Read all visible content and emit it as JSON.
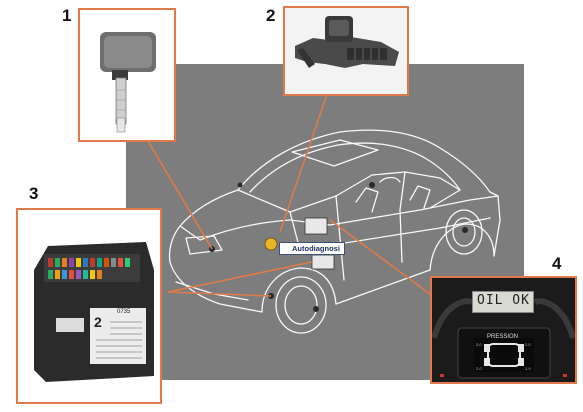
{
  "callouts": [
    {
      "number": "1"
    },
    {
      "number": "2"
    },
    {
      "number": "3"
    },
    {
      "number": "4"
    }
  ],
  "diagnostic_tag": {
    "label": "Autodiagnosi"
  },
  "display": {
    "message": "OIL OK",
    "caption": "PRESSION"
  },
  "module": {
    "digit": "2",
    "code": "0735"
  },
  "colors": {
    "frame": "#e07a4a",
    "background_panel": "#7d7d7d",
    "leader_line": "#e07a4a",
    "car_line": "#ffffff",
    "tag_border": "#3a4f7a"
  }
}
